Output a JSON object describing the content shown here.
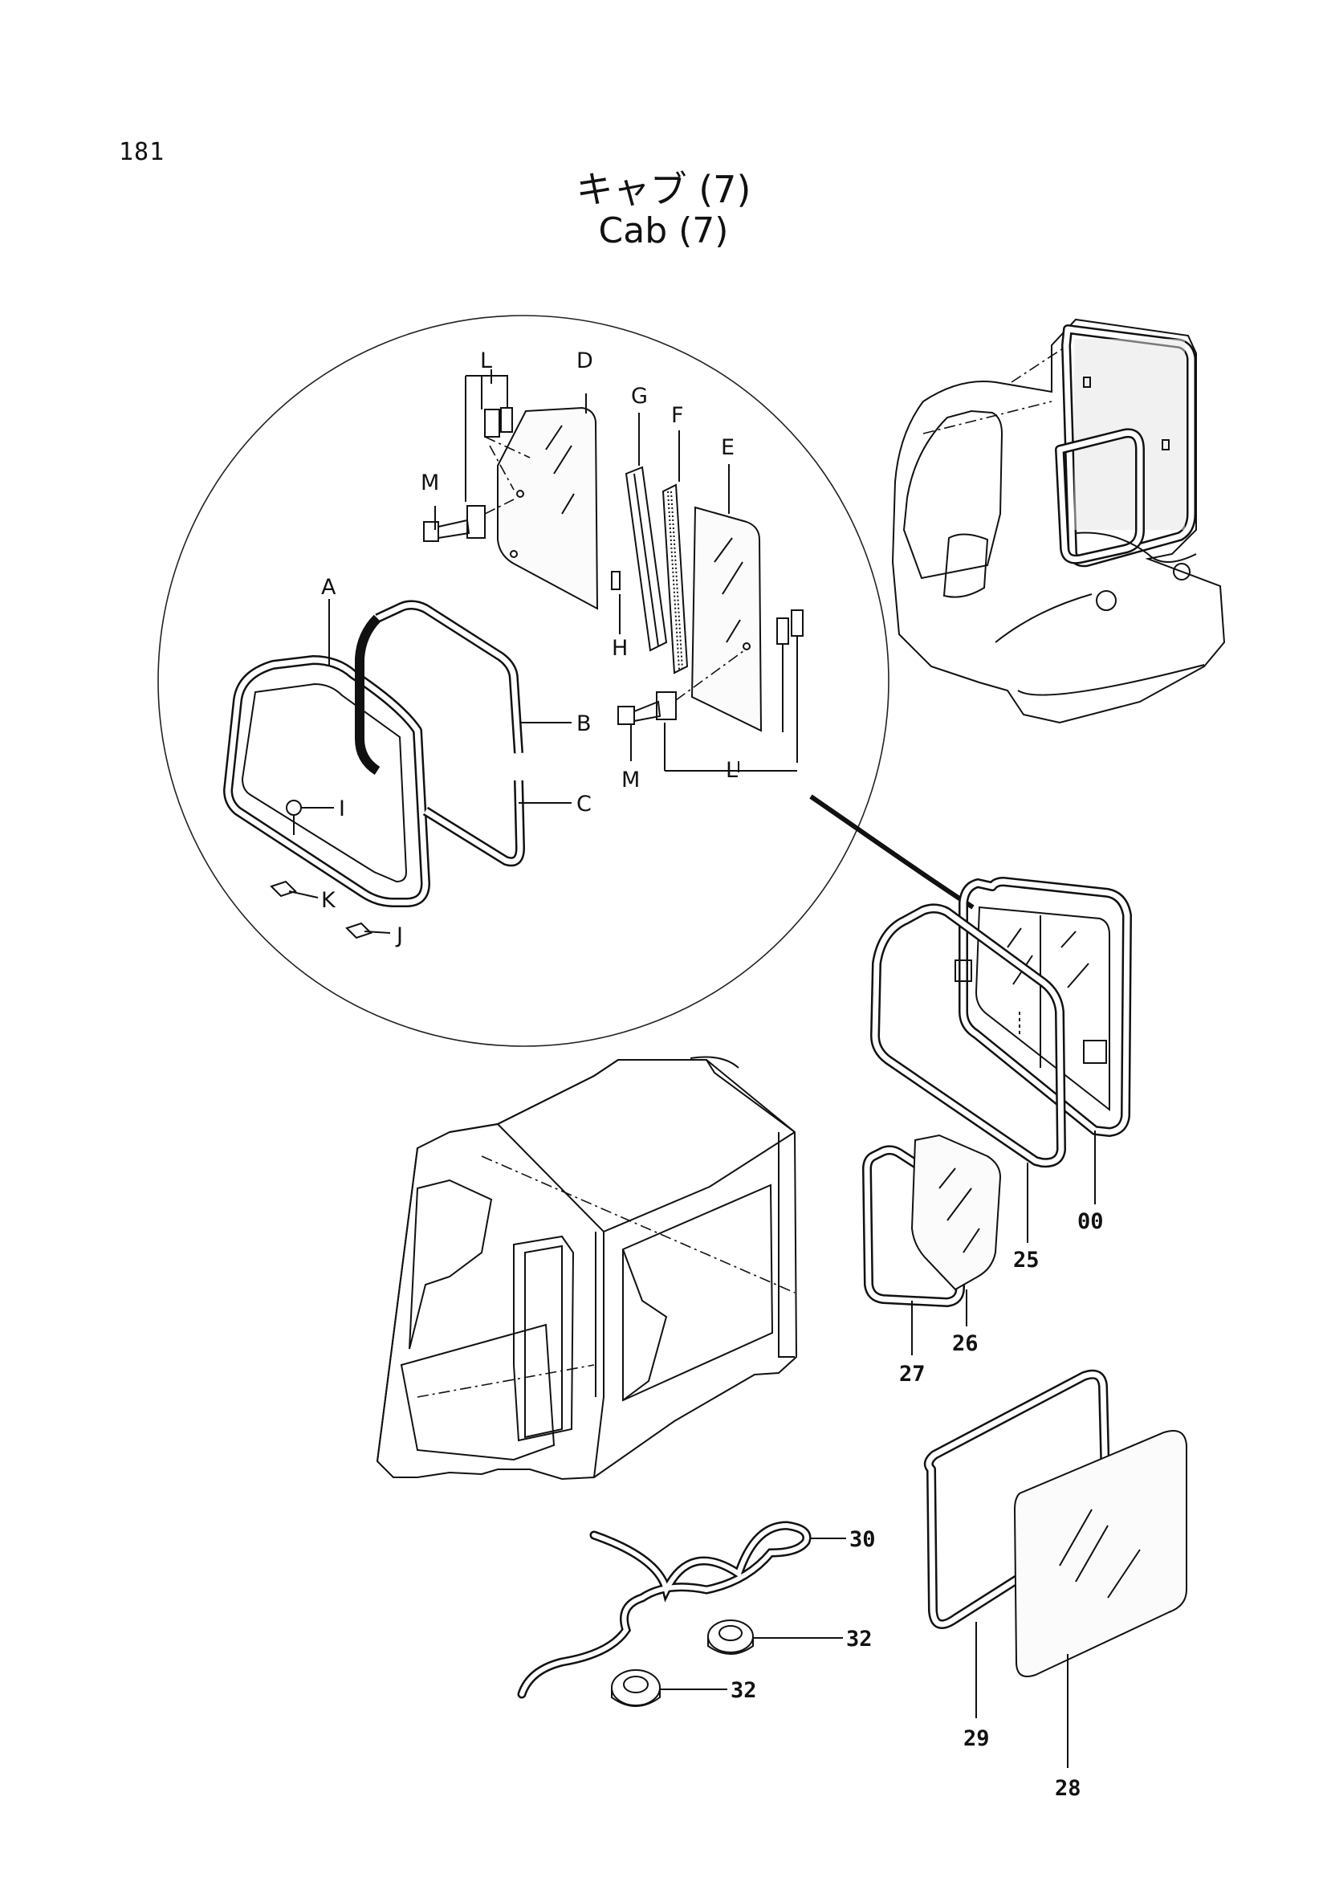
{
  "page": {
    "number": "181"
  },
  "title": {
    "japanese": "キャブ (7)",
    "english": "Cab (7)"
  },
  "callouts": {
    "letters": [
      "A",
      "B",
      "C",
      "D",
      "E",
      "F",
      "G",
      "H",
      "I",
      "J",
      "K",
      "L",
      "M"
    ],
    "letter_l_second": "L",
    "letter_m_second": "M",
    "numbers": [
      "00",
      "25",
      "26",
      "27",
      "28",
      "29",
      "30",
      "32"
    ],
    "number_32_second": "32"
  },
  "icons": {
    "detail_circle": "detail-magnifier-circle",
    "excavator": "excavator-cab-overview",
    "cab_frame": "cab-frame",
    "door_glass": "door-glass-assembly"
  }
}
